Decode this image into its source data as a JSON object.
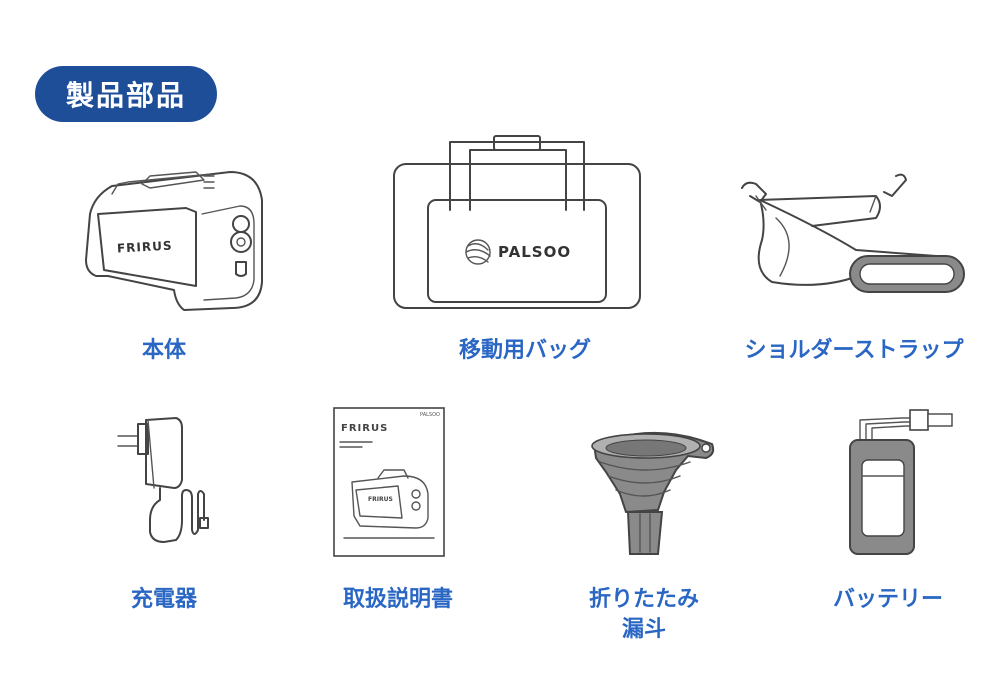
{
  "section": {
    "title": "製品部品"
  },
  "brand": {
    "product": "FRIRUS",
    "bag_logo": "PALSOO"
  },
  "colors": {
    "badge": "#1f4e99",
    "label": "#2a67c4",
    "line": "#444444",
    "gray_fill": "#8a8a8a"
  },
  "items": [
    {
      "label": "本体",
      "icon": "main-unit-icon"
    },
    {
      "label": "移動用バッグ",
      "icon": "carry-bag-icon"
    },
    {
      "label": "ショルダーストラップ",
      "icon": "shoulder-strap-icon"
    },
    {
      "label": "充電器",
      "icon": "charger-icon"
    },
    {
      "label": "取扱説明書",
      "icon": "manual-icon"
    },
    {
      "label_line1": "折りたたみ",
      "label_line2": "漏斗",
      "icon": "funnel-icon"
    },
    {
      "label": "バッテリー",
      "icon": "battery-icon"
    }
  ]
}
